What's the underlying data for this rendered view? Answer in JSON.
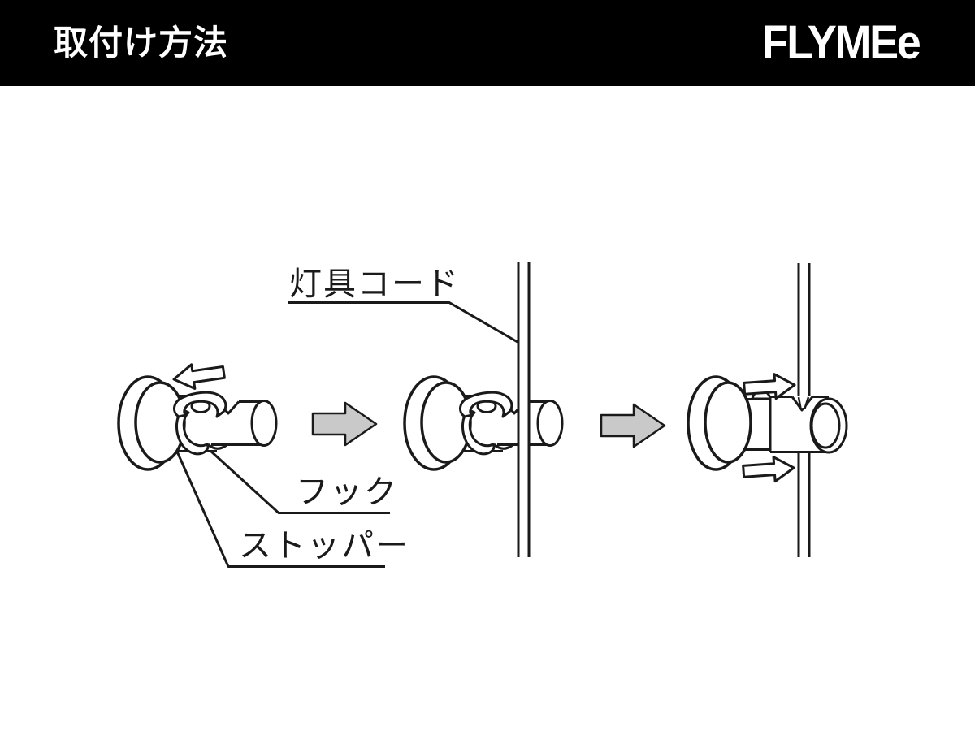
{
  "header": {
    "title": "取付け方法",
    "logo_text": "FLYMEe",
    "background_color": "#000000",
    "text_color": "#ffffff"
  },
  "diagram": {
    "background_color": "#ffffff",
    "line_color": "#1a1a1a",
    "step_arrow_color": "#c9c9c9",
    "labels": {
      "lamp_cord": "灯具コード",
      "hook": "フック",
      "stopper": "ストッパー"
    },
    "icons": {
      "step1_slide_arrow": "left-arrow-icon",
      "between_steps_arrow": "right-block-arrow-icon",
      "step3_slide_arrows": "right-arrow-icon"
    },
    "step_count": "3"
  }
}
